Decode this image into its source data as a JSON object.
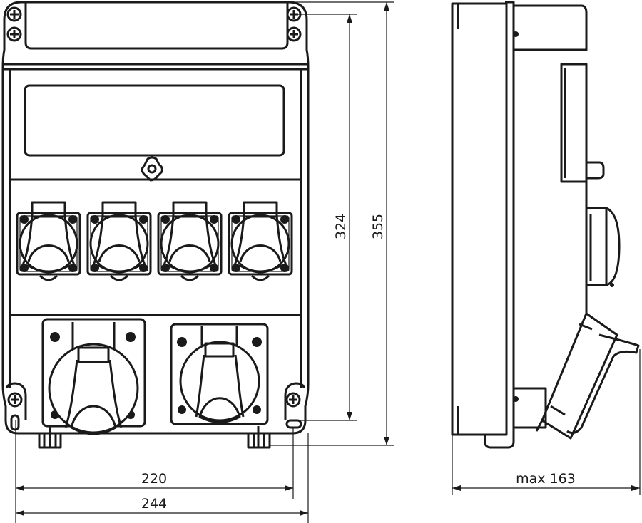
{
  "drawing": {
    "front_view": {
      "width_inner": "220",
      "width_outer": "244",
      "height_inner": "324",
      "height_outer": "355",
      "small_sockets": 4,
      "large_sockets": 2
    },
    "side_view": {
      "depth": "max 163"
    },
    "colors": {
      "line": "#1a1a1a",
      "background": "#ffffff"
    }
  }
}
